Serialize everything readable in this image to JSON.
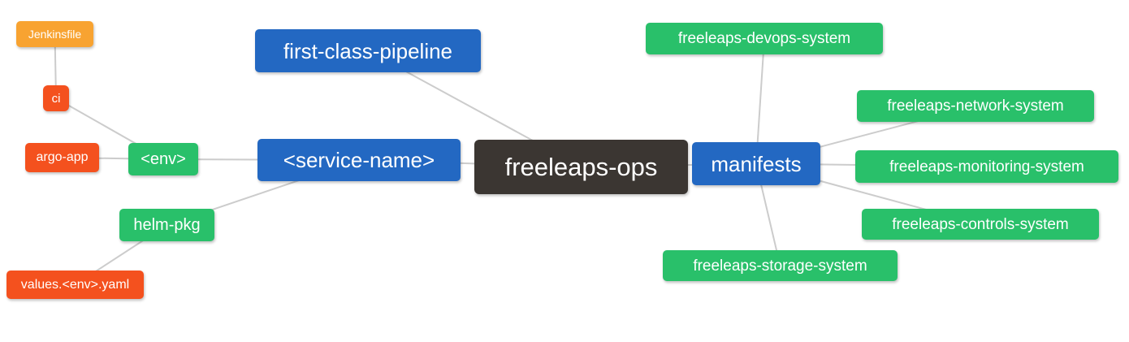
{
  "diagram": {
    "type": "mindmap",
    "root": "freeleaps-ops"
  },
  "palette": {
    "blue": "#2368c2",
    "green": "#29c06a",
    "orange": "#f8a331",
    "red_orange": "#f4511e",
    "dark": "#3b3632",
    "edge": "#cccccc",
    "background": "#ffffff",
    "node_text": "#ffffff"
  },
  "nodes": {
    "freeleaps_ops": {
      "label": "freeleaps-ops",
      "color": "dark"
    },
    "first_class_pipeline": {
      "label": "first-class-pipeline",
      "color": "blue"
    },
    "service_name": {
      "label": "<service-name>",
      "color": "blue"
    },
    "manifests": {
      "label": "manifests",
      "color": "blue"
    },
    "env": {
      "label": "<env>",
      "color": "green"
    },
    "helm_pkg": {
      "label": "helm-pkg",
      "color": "green"
    },
    "ci": {
      "label": "ci",
      "color": "red_orange"
    },
    "argo_app": {
      "label": "argo-app",
      "color": "red_orange"
    },
    "values_env_yaml": {
      "label": "values.<env>.yaml",
      "color": "red_orange"
    },
    "jenkinsfile": {
      "label": "Jenkinsfile",
      "color": "orange"
    },
    "devops_system": {
      "label": "freeleaps-devops-system",
      "color": "green"
    },
    "network_system": {
      "label": "freeleaps-network-system",
      "color": "green"
    },
    "monitoring_system": {
      "label": "freeleaps-monitoring-system",
      "color": "green"
    },
    "controls_system": {
      "label": "freeleaps-controls-system",
      "color": "green"
    },
    "storage_system": {
      "label": "freeleaps-storage-system",
      "color": "green"
    }
  },
  "edges": [
    {
      "from": "jenkinsfile",
      "to": "ci"
    },
    {
      "from": "ci",
      "to": "env"
    },
    {
      "from": "argo_app",
      "to": "env"
    },
    {
      "from": "env",
      "to": "service_name"
    },
    {
      "from": "helm_pkg",
      "to": "service_name"
    },
    {
      "from": "values_env_yaml",
      "to": "helm_pkg"
    },
    {
      "from": "first_class_pipeline",
      "to": "freeleaps_ops"
    },
    {
      "from": "service_name",
      "to": "freeleaps_ops"
    },
    {
      "from": "freeleaps_ops",
      "to": "manifests"
    },
    {
      "from": "manifests",
      "to": "devops_system"
    },
    {
      "from": "manifests",
      "to": "network_system"
    },
    {
      "from": "manifests",
      "to": "monitoring_system"
    },
    {
      "from": "manifests",
      "to": "controls_system"
    },
    {
      "from": "manifests",
      "to": "storage_system"
    }
  ]
}
